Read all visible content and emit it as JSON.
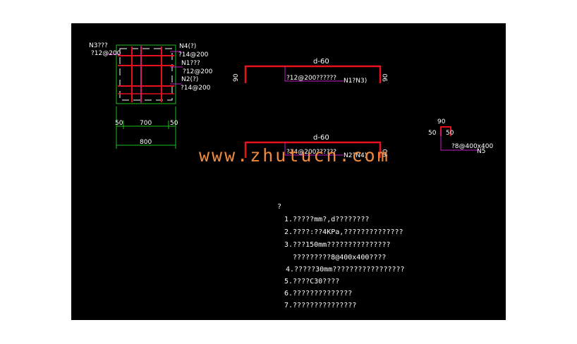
{
  "colors": {
    "background": "#000000",
    "frame": "#ffffff",
    "rebar": "#e8101c",
    "dimension": "#20c020",
    "leader": "#c020c0",
    "text": "#ffffff",
    "watermark": "#f08a3c"
  },
  "plan": {
    "label_n3": "N3???",
    "label_n3_spec": "?12@200",
    "label_n4": "N4(?)",
    "label_n4_spec": "?14@200",
    "label_n1": "N1???",
    "label_n1_spec": "?12@200",
    "label_n2": "N2(?)",
    "label_n2_spec": "?14@200",
    "dim_left": "50",
    "dim_mid": "700",
    "dim_right": "50",
    "dim_total": "800"
  },
  "bar_upper": {
    "top_label": "d-60",
    "left_leg": "90",
    "right_leg": "90",
    "spec": "?12@200??????",
    "ref": "N1?N3)"
  },
  "bar_lower": {
    "top_label": "d-60",
    "left_leg": "",
    "right_leg": "90",
    "spec": "?14@200??????",
    "ref": "N2?N4)"
  },
  "hook": {
    "top": "90",
    "left": "50",
    "right": "50",
    "spec": "?8@400x400",
    "ref": "N5"
  },
  "watermark": "www.zhutucn.com",
  "notes": {
    "heading": "?",
    "items": [
      "1.?????mm?,d????????",
      "2.????:??4KPa,??????????????",
      "3.???150mm???????????????",
      "?????????8@400x400????",
      "4.?????30mm?????????????????",
      "5.????C30????",
      "6.??????????????",
      "7.???????????????"
    ]
  }
}
